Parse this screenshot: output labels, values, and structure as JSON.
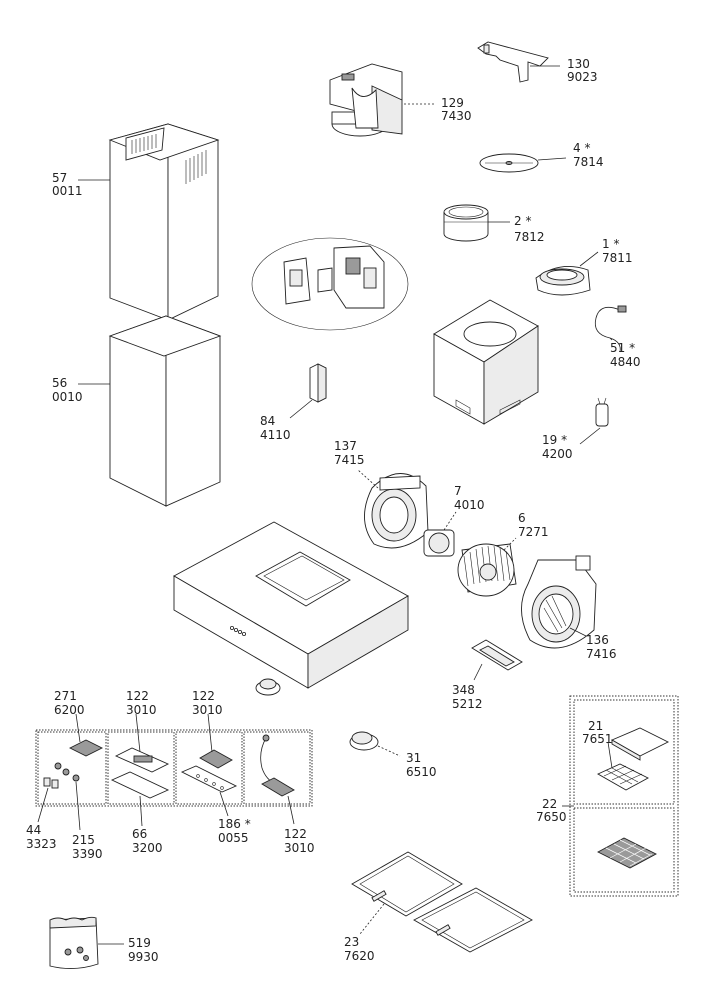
{
  "labels": {
    "p130": {
      "num": "130",
      "code": "9023",
      "star": ""
    },
    "p129": {
      "num": "129",
      "code": "7430",
      "star": ""
    },
    "p4": {
      "num": "4",
      "code": "7814",
      "star": "*"
    },
    "p2": {
      "num": "2",
      "code": "7812",
      "star": "*"
    },
    "p1": {
      "num": "1",
      "code": "7811",
      "star": "*"
    },
    "p51": {
      "num": "51",
      "code": "4840",
      "star": "*"
    },
    "p19": {
      "num": "19",
      "code": "4200",
      "star": "*"
    },
    "p57": {
      "num": "57",
      "code": "0011",
      "star": ""
    },
    "p56": {
      "num": "56",
      "code": "0010",
      "star": ""
    },
    "p84": {
      "num": "84",
      "code": "4110",
      "star": ""
    },
    "p137": {
      "num": "137",
      "code": "7415",
      "star": ""
    },
    "p7": {
      "num": "7",
      "code": "4010",
      "star": ""
    },
    "p6": {
      "num": "6",
      "code": "7271",
      "star": ""
    },
    "p136": {
      "num": "136",
      "code": "7416",
      "star": ""
    },
    "p348": {
      "num": "348",
      "code": "5212",
      "star": ""
    },
    "p271": {
      "num": "271",
      "code": "6200",
      "star": ""
    },
    "p122a": {
      "num": "122",
      "code": "3010",
      "star": ""
    },
    "p122b": {
      "num": "122",
      "code": "3010",
      "star": ""
    },
    "p122c": {
      "num": "122",
      "code": "3010",
      "star": ""
    },
    "p31": {
      "num": "31",
      "code": "6510",
      "star": ""
    },
    "p21": {
      "num": "21",
      "code": "7651",
      "star": ""
    },
    "p22": {
      "num": "22",
      "code": "7650",
      "star": ""
    },
    "p44": {
      "num": "44",
      "code": "3323",
      "star": ""
    },
    "p215": {
      "num": "215",
      "code": "3390",
      "star": ""
    },
    "p66": {
      "num": "66",
      "code": "3200",
      "star": ""
    },
    "p186": {
      "num": "186",
      "code": "0055",
      "star": "*"
    },
    "p23": {
      "num": "23",
      "code": "7620",
      "star": ""
    },
    "p519": {
      "num": "519",
      "code": "9930",
      "star": ""
    }
  }
}
